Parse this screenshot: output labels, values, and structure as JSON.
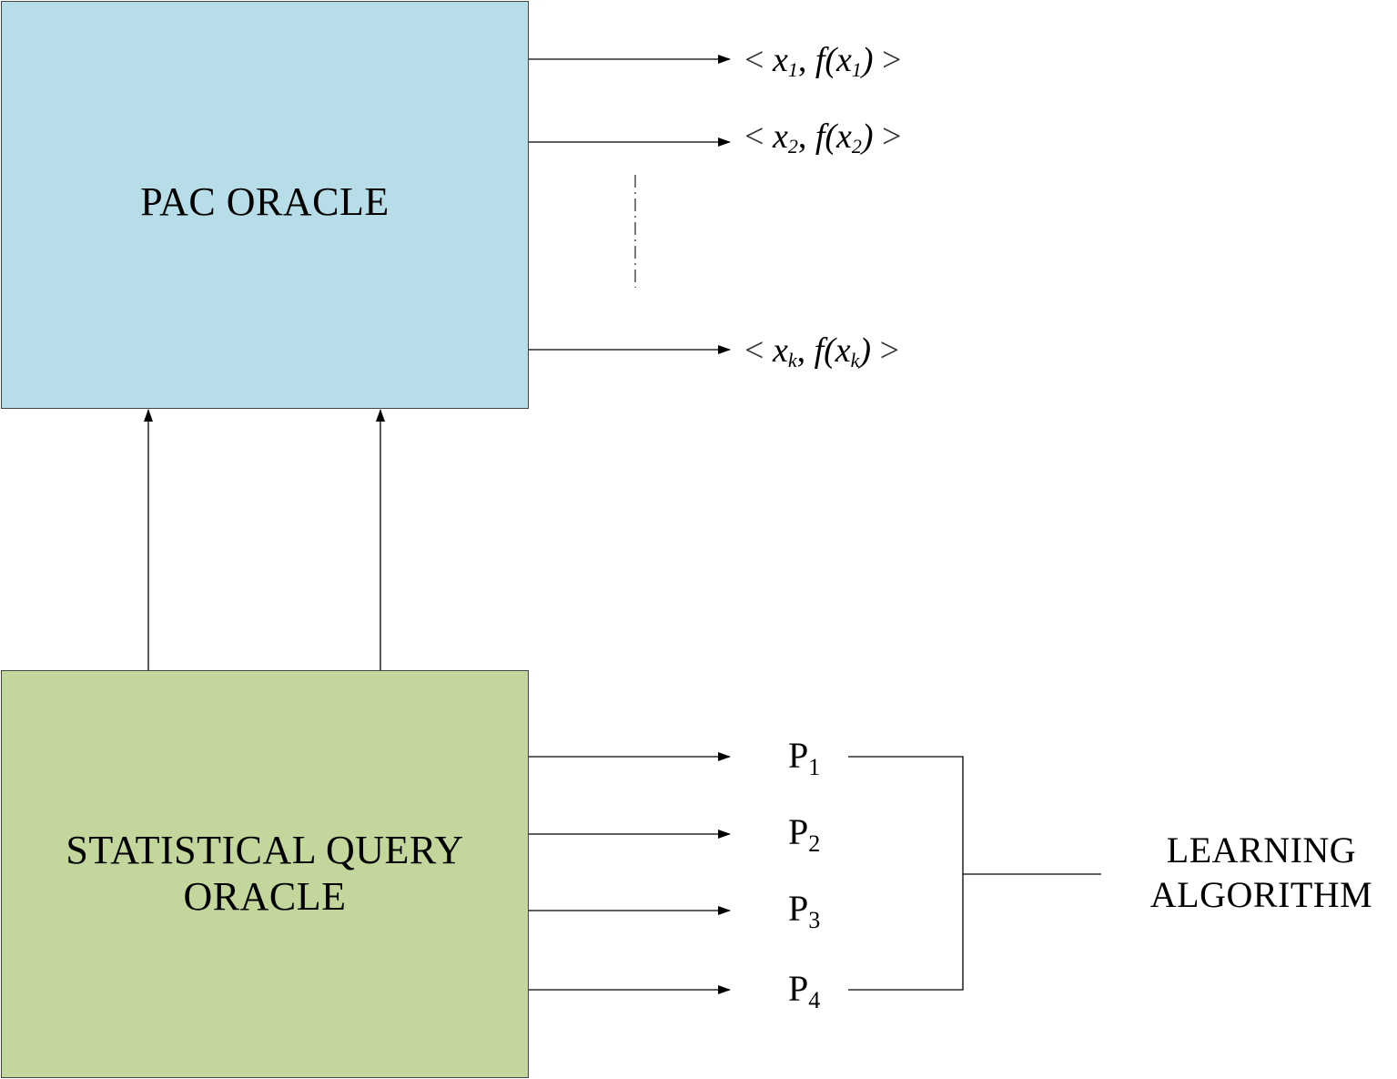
{
  "pac_oracle": {
    "label": "PAC ORACLE",
    "fill": "#b7dee8"
  },
  "statistical_query_oracle": {
    "label": "STATISTICAL QUERY\nORACLE",
    "fill": "#c3d69b"
  },
  "samples": [
    {
      "open": "<",
      "var": "x",
      "sub": "1",
      "comma": ",",
      "fn": "f(x",
      "sub2": "1",
      "close_paren": ")",
      "close": ">"
    },
    {
      "open": "<",
      "var": "x",
      "sub": "2",
      "comma": ",",
      "fn": "f(x",
      "sub2": "2",
      "close_paren": ")",
      "close": ">"
    },
    {
      "open": "<",
      "var": "x",
      "sub": "k",
      "comma": ",",
      "fn": "f(x",
      "sub2": "k",
      "close_paren": ")",
      "close": ">"
    }
  ],
  "queries": [
    {
      "letter": "P",
      "sub": "1"
    },
    {
      "letter": "P",
      "sub": "2"
    },
    {
      "letter": "P",
      "sub": "3"
    },
    {
      "letter": "P",
      "sub": "4"
    }
  ],
  "learning_algorithm": {
    "label": "LEARNING\nALGORITHM"
  }
}
